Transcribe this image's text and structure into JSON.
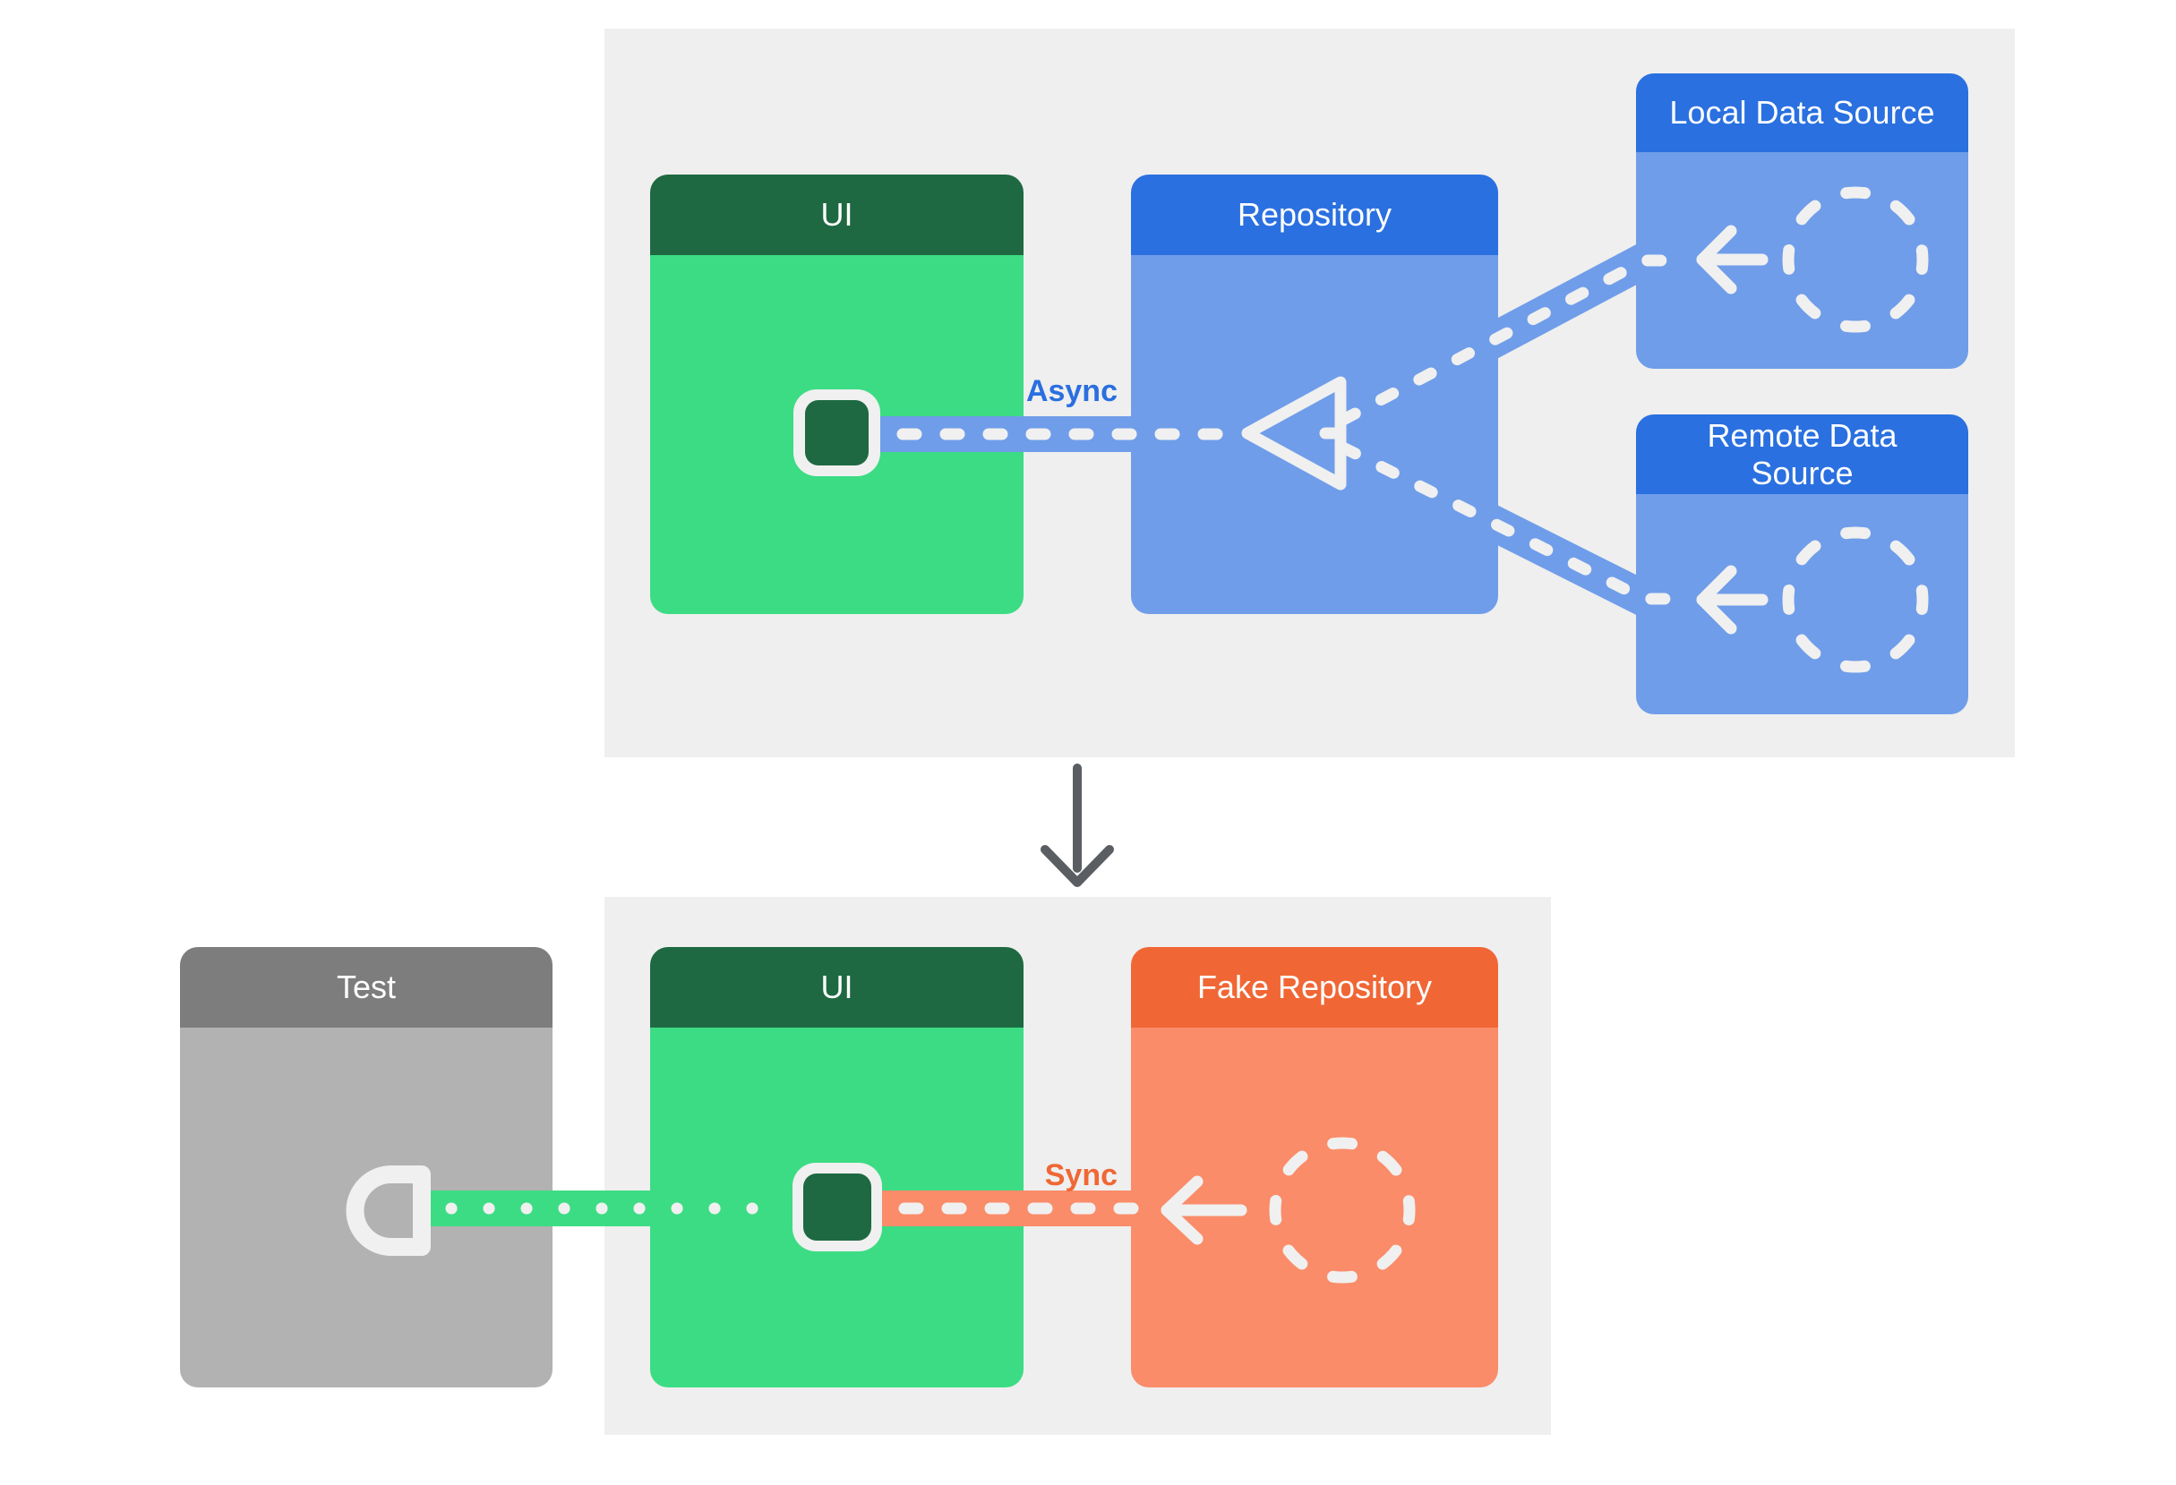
{
  "sections": {
    "production": {
      "boxes": {
        "ui": {
          "label": "UI",
          "header_color": "#1E6941",
          "body_color": "#3CDC84"
        },
        "repository": {
          "label": "Repository",
          "header_color": "#2A70E0",
          "body_color": "#6F9DE9"
        },
        "local_data_source": {
          "label": "Local Data Source",
          "header_color": "#2A70E0",
          "body_color": "#6F9DE9"
        },
        "remote_data_source": {
          "label": "Remote Data Source",
          "header_color": "#2A70E0",
          "body_color": "#6F9DE9"
        }
      },
      "connection_label": "Async",
      "connection_label_color": "#2A6FE0",
      "connection_band_color": "#6F9DE9"
    },
    "test": {
      "boxes": {
        "test": {
          "label": "Test",
          "header_color": "#7D7D7D",
          "body_color": "#B2B2B2"
        },
        "ui": {
          "label": "UI",
          "header_color": "#1E6941",
          "body_color": "#3CDC84"
        },
        "fake_repository": {
          "label": "Fake Repository",
          "header_color": "#F06735",
          "body_color": "#FA8C69"
        }
      },
      "connection_label": "Sync",
      "connection_label_color": "#F06735",
      "connection_band_colors": {
        "test_to_ui": "#3CDC84",
        "fake_repository_to_ui": "#FA8C69"
      }
    }
  },
  "icons": {
    "repository_arrowhead": "open left-pointing triangle outline",
    "ui_component_square": "dark green rounded square with white border",
    "test_connector": "white D-shaped socket outline",
    "data_source_circle": "dashed circle placeholder",
    "left_arrow": "white left-pointing arrow",
    "down_arrow": "gray downward arrow between sections"
  },
  "colors": {
    "panel_background": "#EFEFEF",
    "page_background": "#FFFFFF",
    "mark_white": "#F0F0F0",
    "down_arrow_gray": "#5A5E62"
  }
}
